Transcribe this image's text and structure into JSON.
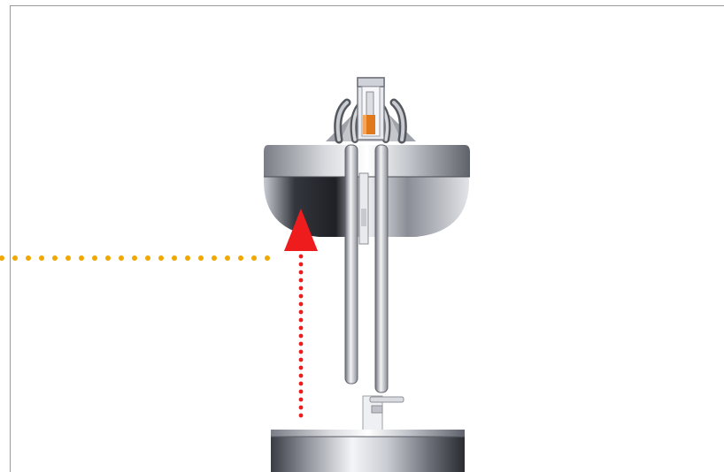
{
  "diagram": {
    "components": [
      {
        "name": "upper-bowl",
        "kind": "metal-cup"
      },
      {
        "name": "siphon-tube",
        "kind": "vertical-tube"
      },
      {
        "name": "lower-chamber",
        "kind": "metal-cup"
      },
      {
        "name": "heater-element",
        "kind": "curved-pipes"
      }
    ],
    "arrows": [
      {
        "name": "vapor-flow-arrow",
        "style": "dotted",
        "direction": "up",
        "color": "#ee1c1c"
      }
    ],
    "guides": [
      {
        "name": "level-guide-line",
        "style": "dotted",
        "orientation": "horizontal",
        "color": "#f0a800"
      }
    ]
  }
}
